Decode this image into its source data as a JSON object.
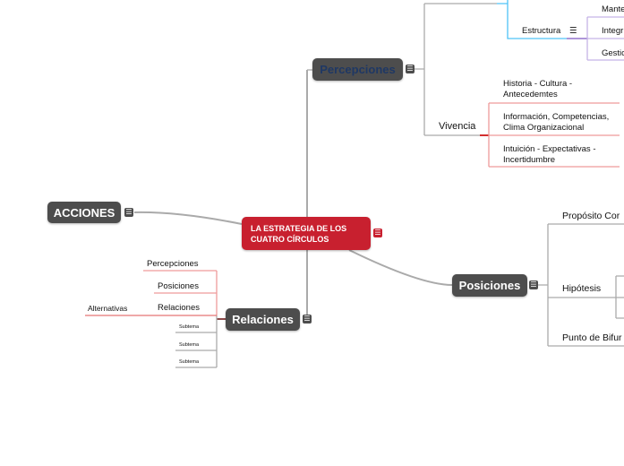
{
  "center": {
    "label": "LA ESTRATEGIA DE LOS CUATRO CÍRCULOS",
    "color": "#c8202f"
  },
  "nodes": {
    "percepciones": "Percepciones",
    "acciones": "ACCIONES",
    "relaciones": "Relaciones",
    "posiciones": "Posiciones"
  },
  "percepciones_branch": {
    "estructura": "Estructura",
    "estructura_children": [
      "Mante",
      "Integr",
      "Gestic"
    ],
    "vivencia": "Vivencia",
    "vivencia_children": [
      "Historia - Cultura - Antecedemtes",
      "Información, Competencias, Clima Organizacional",
      "Intuición - Expectativas - Incertidumbre"
    ]
  },
  "relaciones_branch": {
    "children": [
      "Percepciones",
      "Posiciones",
      "Relaciones",
      "Subtema",
      "Subtema",
      "Subtema"
    ],
    "alternativas": "Alternativas"
  },
  "posiciones_branch": {
    "children": [
      "Propósito Cor",
      "Hipótesis",
      "Punto de Bifur"
    ]
  },
  "colors": {
    "node": "#4d4d4d",
    "percepciones_text": "#1f3864",
    "blue": "#4fc3f7",
    "purple": "#b39ddb",
    "red": "#e57373"
  }
}
